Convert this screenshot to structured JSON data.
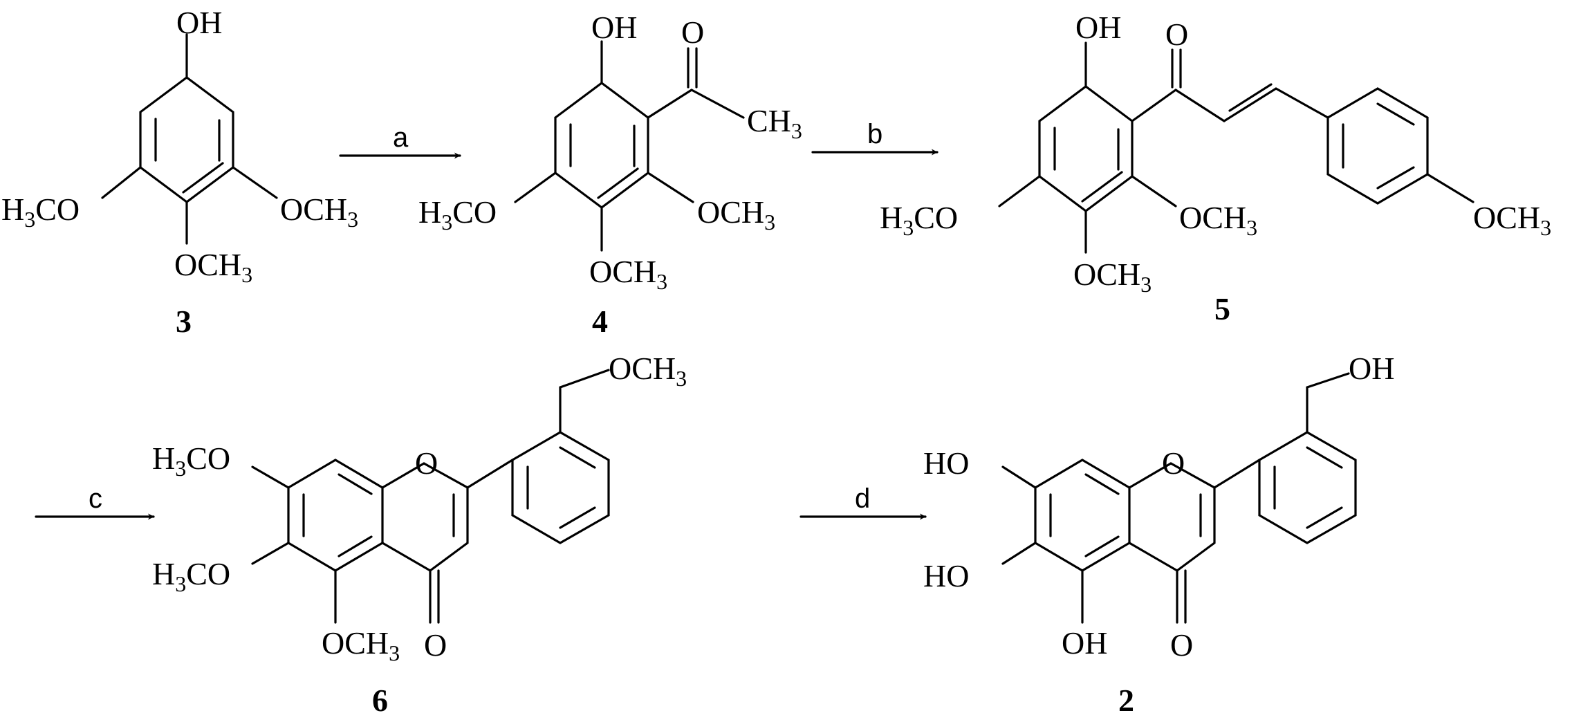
{
  "scheme": {
    "compounds": [
      {
        "id": "3",
        "label": "3",
        "substituents": [
          "OH",
          "H3CO",
          "OCH3",
          "OCH3"
        ]
      },
      {
        "id": "4",
        "label": "4",
        "substituents": [
          "OH",
          "O",
          "CH3",
          "H3CO",
          "OCH3",
          "OCH3"
        ]
      },
      {
        "id": "5",
        "label": "5",
        "substituents": [
          "OH",
          "O",
          "H3CO",
          "OCH3",
          "OCH3",
          "OCH3"
        ]
      },
      {
        "id": "6",
        "label": "6",
        "substituents": [
          "OCH3",
          "H3CO",
          "H3CO",
          "O",
          "OCH3",
          "O"
        ]
      },
      {
        "id": "2",
        "label": "2",
        "substituents": [
          "OH",
          "HO",
          "HO",
          "O",
          "OH",
          "O"
        ]
      }
    ],
    "steps": [
      {
        "label": "a",
        "from": "3",
        "to": "4"
      },
      {
        "label": "b",
        "from": "4",
        "to": "5"
      },
      {
        "label": "c",
        "from": "5",
        "to": "6"
      },
      {
        "label": "d",
        "from": "6",
        "to": "2"
      }
    ]
  },
  "colors": {
    "ink": "#000000",
    "background": "#ffffff"
  }
}
